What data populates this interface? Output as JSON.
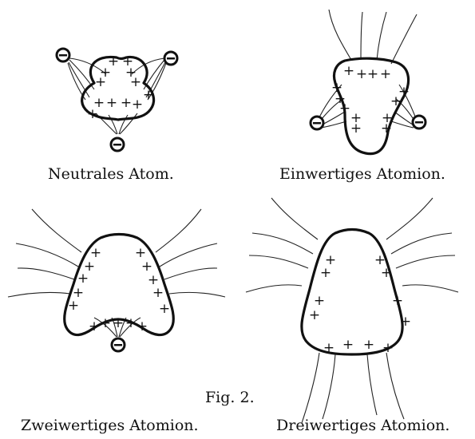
{
  "diagrams": [
    {
      "id": "neutral",
      "caption": "Neutrales Atom.",
      "positive_charges": 12,
      "negative_ions": 3,
      "free_field_lines": 0
    },
    {
      "id": "monovalent",
      "caption": "Einwertiges Atomion.",
      "positive_charges": 12,
      "negative_ions": 2,
      "free_field_lines": 4
    },
    {
      "id": "divalent",
      "caption": "Zweiwertiges Atomion.",
      "positive_charges": 12,
      "negative_ions": 1,
      "free_field_lines": 8
    },
    {
      "id": "trivalent",
      "caption": "Dreiwertiges Atomion.",
      "positive_charges": 12,
      "negative_ions": 0,
      "free_field_lines": 12
    }
  ],
  "figure_label": "Fig. 2.",
  "symbols": {
    "positive": "+",
    "negative": "minus-ion-icon"
  },
  "colors": {
    "ink": "#111111",
    "background": "#ffffff"
  }
}
